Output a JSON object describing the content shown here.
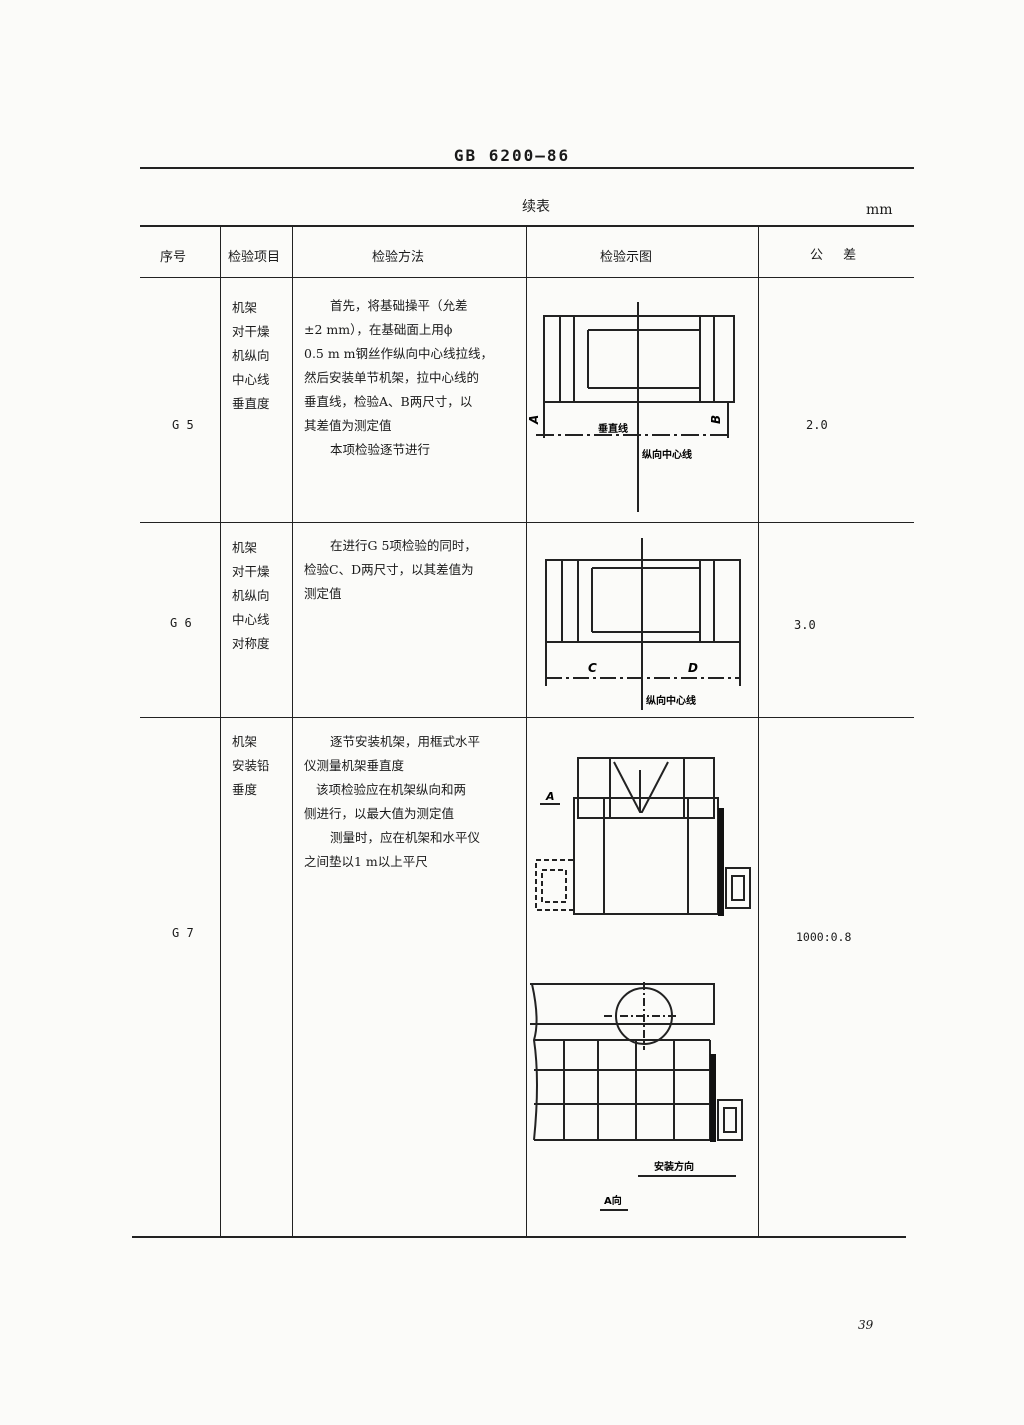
{
  "header": {
    "standard": "GB 6200—86",
    "continued": "续表",
    "unit": "mm"
  },
  "columns": [
    "序号",
    "检验项目",
    "检验方法",
    "检验示图",
    "公 差"
  ],
  "rows": [
    {
      "id": "G 5",
      "item": [
        "机架",
        "对干燥",
        "机纵向",
        "中心线",
        "垂直度"
      ],
      "method": [
        "首先，将基础操平（允差",
        "±2 mm），在基础面上用ϕ",
        "0.5 m m钢丝作纵向中心线拉线，",
        "然后安装单节机架，拉中心线的",
        "垂直线，检验A、B两尺寸，以",
        "其差值为测定值",
        "本项检验逐节进行"
      ],
      "figure_labels": {
        "a": "A",
        "b": "B",
        "vertical": "垂直线",
        "center": "纵向中心线"
      },
      "tolerance": "2.0"
    },
    {
      "id": "G 6",
      "item": [
        "机架",
        "对干燥",
        "机纵向",
        "中心线",
        "对称度"
      ],
      "method": [
        "在进行G 5项检验的同时，",
        "检验C、D两尺寸，以其差值为",
        "测定值"
      ],
      "figure_labels": {
        "c": "C",
        "d": "D",
        "center": "纵向中心线"
      },
      "tolerance": "3.0"
    },
    {
      "id": "G 7",
      "item": [
        "机架",
        "安装铅",
        "垂度"
      ],
      "method": [
        "逐节安装机架，用框式水平",
        "仪测量机架垂直度",
        "该项检验应在机架纵向和两",
        "侧进行，以最大值为测定值",
        "测量时，应在机架和水平仪",
        "之间垫以1 m以上平尺"
      ],
      "figure_labels": {
        "a": "A",
        "install": "安装方向",
        "a_dir": "A向"
      },
      "tolerance": "1000:0.8"
    }
  ],
  "page_number": "39"
}
